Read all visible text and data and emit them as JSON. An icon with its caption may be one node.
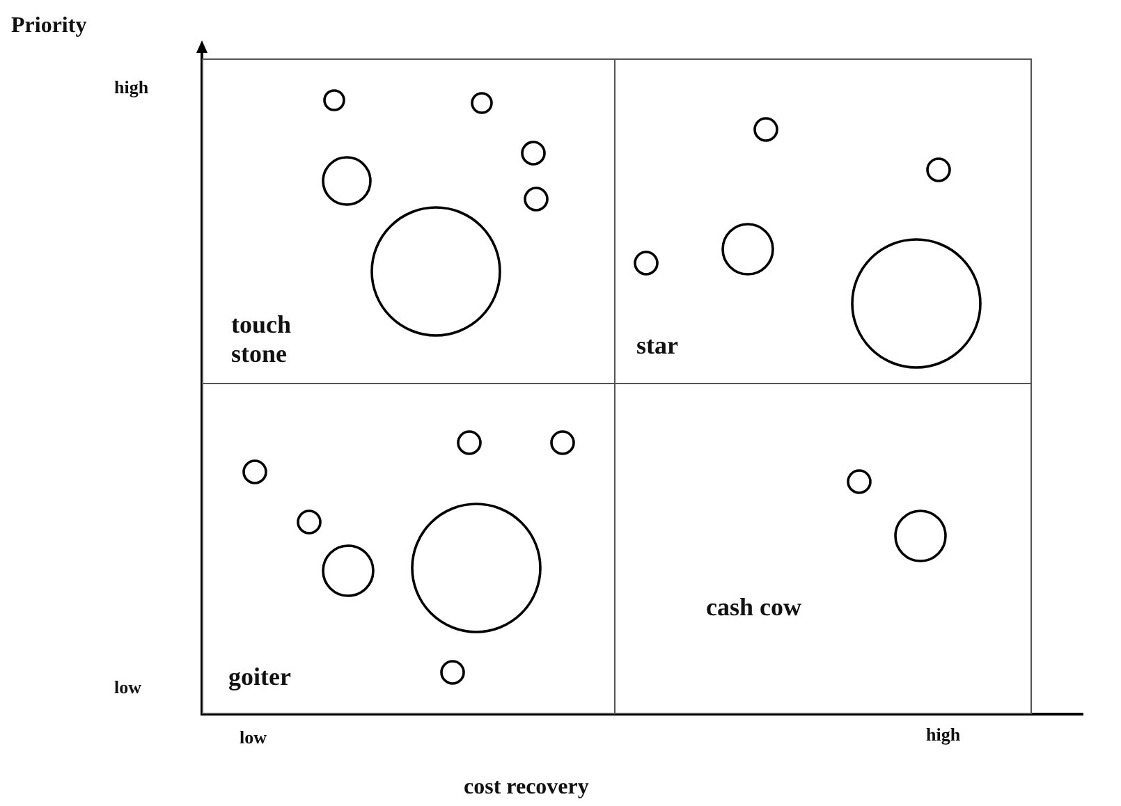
{
  "diagram": {
    "nodes": [
      {
        "text": [
          "touch stone"
        ]
      },
      {
        "text": [],
        "shape": "circle",
        "in": 0
      },
      {
        "text": [],
        "shape": "circle",
        "in": 0
      },
      {
        "text": [],
        "shape": "circle",
        "in": 0
      },
      {
        "text": [],
        "shape": "circle",
        "in": 0
      },
      {
        "text": [],
        "shape": "circle",
        "in": 0
      },
      {
        "text": [],
        "shape": "circle",
        "in": 0
      },
      {
        "text": [
          "star"
        ]
      },
      {
        "text": [],
        "shape": "circle",
        "in": 7
      },
      {
        "text": [],
        "shape": "circle",
        "in": 7
      },
      {
        "text": [],
        "shape": "circle",
        "in": 7
      },
      {
        "text": [],
        "shape": "circle",
        "in": 7
      },
      {
        "text": [],
        "shape": "circle",
        "in": 7
      },
      {
        "text": [
          "goiter"
        ]
      },
      {
        "text": [],
        "shape": "circle",
        "in": 13
      },
      {
        "text": [],
        "shape": "circle",
        "in": 13
      },
      {
        "text": [],
        "shape": "circle",
        "in": 13
      },
      {
        "text": [],
        "shape": "circle",
        "in": 13
      },
      {
        "text": [],
        "shape": "circle",
        "in": 13
      },
      {
        "text": [],
        "shape": "circle",
        "in": 13
      },
      {
        "text": [],
        "shape": "circle",
        "in": 13
      },
      {
        "text": [
          "cash cow"
        ]
      },
      {
        "text": [],
        "shape": "circle",
        "in": 21
      },
      {
        "text": [],
        "shape": "circle",
        "in": 21
      }
    ],
    "edges": [],
    "labels": [
      "Priority",
      "high",
      "low",
      "low",
      "high",
      "cost recovery"
    ]
  }
}
